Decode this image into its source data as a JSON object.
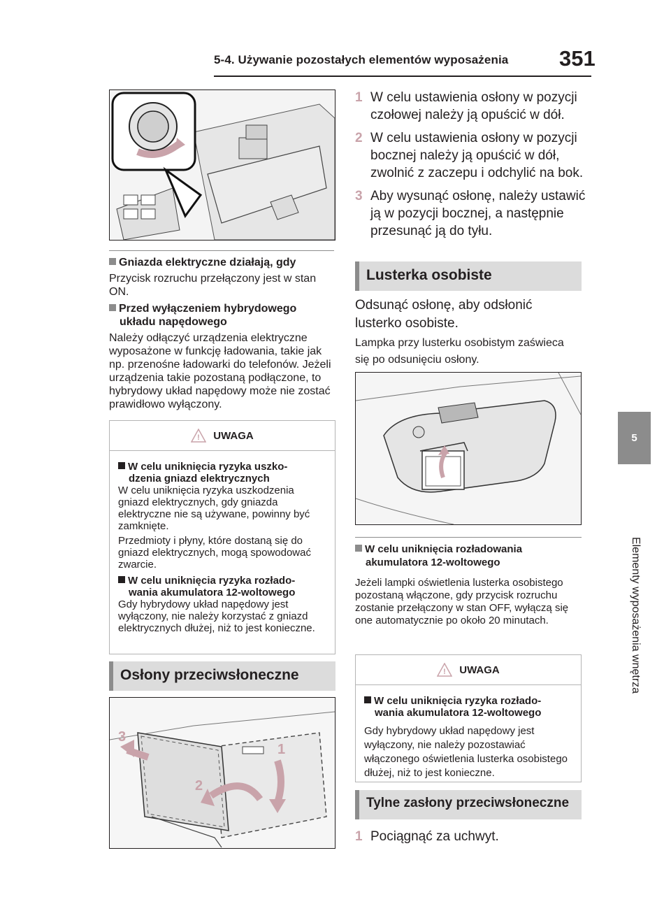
{
  "header": {
    "title": "5-4. Używanie pozostałych elementów wyposażenia",
    "page_number": "351"
  },
  "side_tab": {
    "chapter": "5",
    "label": "Elementy wyposażenia wnętrza"
  },
  "left": {
    "sockets_title": "Gniazda elektryczne działają, gdy",
    "sockets_text": "Przycisk rozruchu przełączony jest w stan ON.",
    "before_off_title_1": "Przed wyłączeniem hybrydowego",
    "before_off_title_2": "układu napędowego",
    "before_off_text": "Należy odłączyć urządzenia elektryczne wyposażone w funkcję ładowania, takie jak np. przenośne ładowarki do telefonów. Jeżeli urządzenia takie pozostaną podłączone, to hybrydowy układ napędowy może nie zostać prawidłowo wyłączony.",
    "caution": {
      "heading": "UWAGA",
      "item1_title_1": "W celu uniknięcia ryzyka uszko-",
      "item1_title_2": "dzenia gniazd elektrycznych",
      "item1_text1": "W celu uniknięcia ryzyka uszkodzenia gniazd elektrycznych, gdy gniazda elektryczne nie są używane, powinny być zamknięte.",
      "item1_text2": "Przedmioty i płyny, które dostaną się do gniazd elektrycznych, mogą spowodować zwarcie.",
      "item2_title_1": "W celu uniknięcia ryzyka rozłado-",
      "item2_title_2": "wania akumulatora 12-woltowego",
      "item2_text": "Gdy hybrydowy układ napędowy jest wyłączony, nie należy korzystać z gniazd elektrycznych dłużej, niż to jest konieczne."
    },
    "visor_section": "Osłony przeciwsłoneczne",
    "visor_figure_labels": [
      "3",
      "1",
      "2"
    ]
  },
  "right": {
    "steps": [
      {
        "num": "1",
        "text": "W celu ustawienia osłony w pozycji czołowej należy ją opuścić w dół."
      },
      {
        "num": "2",
        "text": "W celu ustawienia osłony w pozycji bocznej należy ją opuścić w dół, zwolnić z zaczepu i odchylić na bok."
      },
      {
        "num": "3",
        "text": "Aby wysunąć osłonę, należy ustawić ją w pozycji bocznej, a następnie przesunąć ją do tyłu."
      }
    ],
    "mirror_section": "Lusterka osobiste",
    "mirror_text": "Odsunąć osłonę, aby odsłonić lusterko osobiste.",
    "mirror_note": "Lampka przy lusterku osobistym zaświeca się po odsunięciu osłony.",
    "discharge_title_1": "W celu uniknięcia rozładowania",
    "discharge_title_2": "akumulatora 12-woltowego",
    "discharge_text": "Jeżeli lampki oświetlenia lusterka osobistego pozostaną włączone, gdy przycisk rozruchu zostanie przełączony w stan OFF, wyłączą się one automatycznie po około 20 minutach.",
    "caution": {
      "heading": "UWAGA",
      "title_1": "W celu uniknięcia ryzyka rozłado-",
      "title_2": "wania akumulatora 12-woltowego",
      "text": "Gdy hybrydowy układ napędowy jest wyłączony, nie należy pozostawiać włączonego oświetlenia lusterka osobistego dłużej, niż to jest konieczne."
    },
    "rear_section": "Tylne zasłony przeciwsłoneczne",
    "rear_step": {
      "num": "1",
      "text": "Pociągnąć za uchwyt."
    }
  },
  "colors": {
    "step_number": "#c9a3aa",
    "section_bar": "#dcdcdc",
    "tab_gray": "#8c8c8c"
  }
}
